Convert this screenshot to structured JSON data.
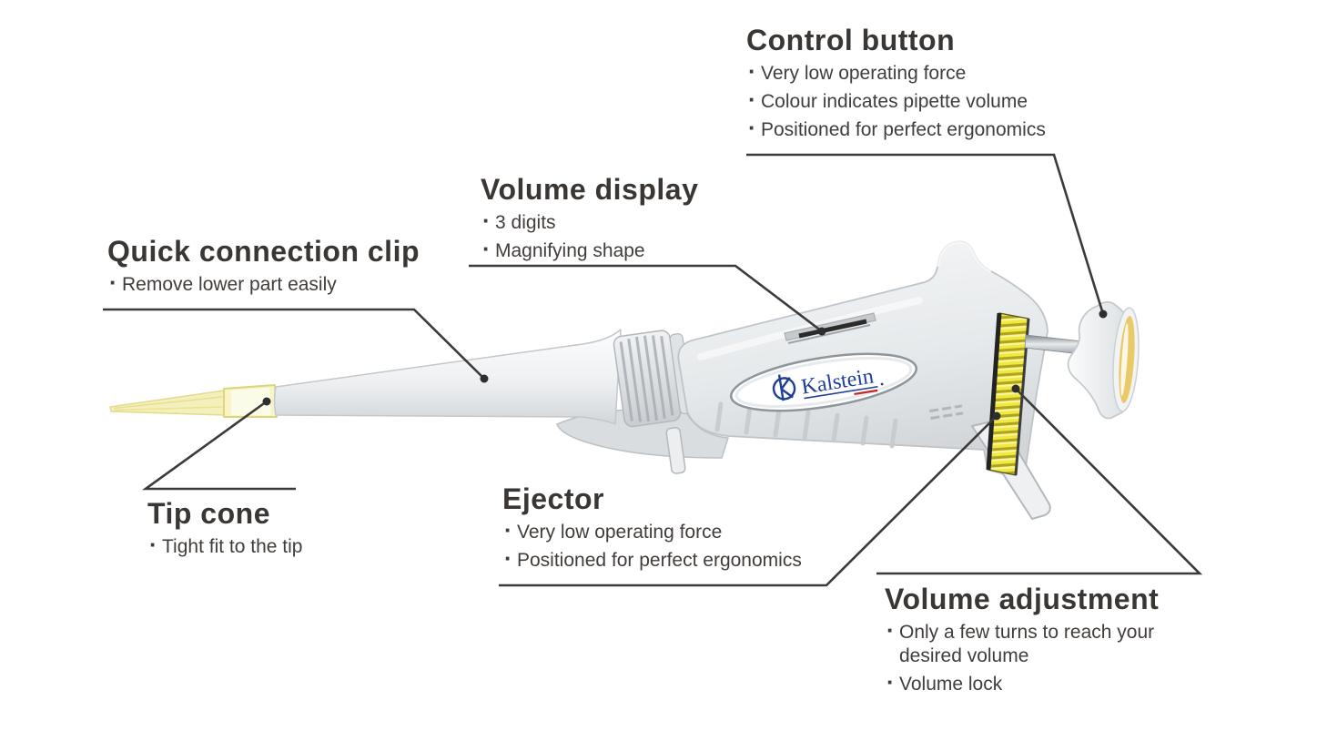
{
  "figure": {
    "type": "annotated-product-diagram",
    "subject": "single-channel laboratory micropipette",
    "background_color": "#ffffff",
    "leader_line_color": "#3a3a3a",
    "text_color": "#3a3633"
  },
  "brand": {
    "logo_text": "Kalstein",
    "logo_color": "#1e3f97",
    "logo_accent_color": "#cc2222"
  },
  "part_colors": {
    "body_plastic": "#e9ebee",
    "tip_cone_yellow": "#f4f0bb",
    "adjustment_dial_yellow": "#f1e93d",
    "control_button_inner": "#e9c75e"
  },
  "callouts": {
    "control_button": {
      "title": "Control button",
      "bullets": [
        "Very low operating force",
        "Colour indicates pipette volume",
        "Positioned for perfect ergonomics"
      ]
    },
    "volume_display": {
      "title": "Volume display",
      "bullets": [
        "3 digits",
        "Magnifying shape"
      ]
    },
    "quick_connection_clip": {
      "title": "Quick connection clip",
      "bullets": [
        "Remove lower part easily"
      ]
    },
    "tip_cone": {
      "title": "Tip cone",
      "bullets": [
        "Tight fit to the tip"
      ]
    },
    "ejector": {
      "title": "Ejector",
      "bullets": [
        "Very low operating force",
        "Positioned for perfect ergonomics"
      ]
    },
    "volume_adjustment": {
      "title": "Volume adjustment",
      "bullets": [
        "Only a few turns to reach your\ndesired volume",
        "Volume lock"
      ]
    }
  }
}
